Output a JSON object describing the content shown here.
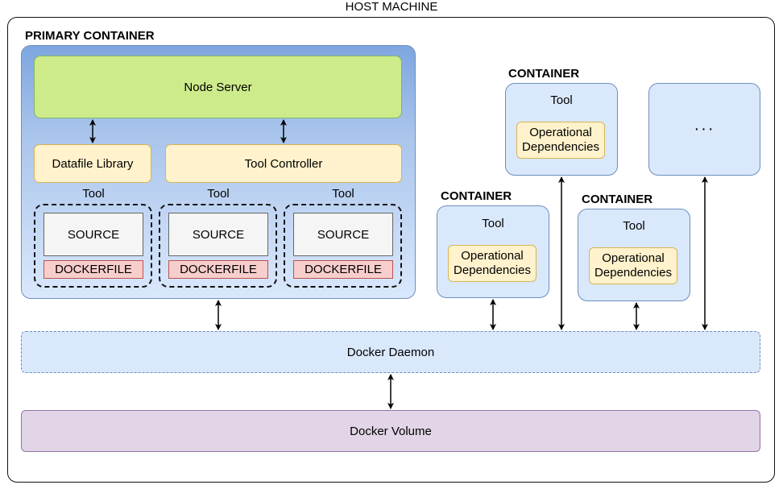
{
  "host": {
    "title": "HOST MACHINE"
  },
  "primary": {
    "title": "PRIMARY CONTAINER",
    "node_server": "Node Server",
    "datafile_library": "Datafile Library",
    "tool_controller": "Tool Controller",
    "tools": [
      {
        "label": "Tool",
        "source": "SOURCE",
        "dockerfile": "DOCKERFILE"
      },
      {
        "label": "Tool",
        "source": "SOURCE",
        "dockerfile": "DOCKERFILE"
      },
      {
        "label": "Tool",
        "source": "SOURCE",
        "dockerfile": "DOCKERFILE"
      }
    ]
  },
  "containers": [
    {
      "title": "CONTAINER",
      "tool": "Tool",
      "dependencies": [
        "Operational",
        "Dependencies"
      ]
    },
    {
      "title": "CONTAINER",
      "tool": "Tool",
      "dependencies": [
        "Operational",
        "Dependencies"
      ]
    },
    {
      "title": "CONTAINER",
      "tool": "Tool",
      "dependencies": [
        "Operational",
        "Dependencies"
      ]
    }
  ],
  "more": {
    "label": "···"
  },
  "docker_daemon": "Docker Daemon",
  "docker_volume": "Docker Volume",
  "colors": {
    "node_server_fill": "#cdeb8b",
    "yellow_fill": "#fff2cc",
    "container_fill": "#dae8fc",
    "dockerfile_fill": "#f8cecc",
    "volume_fill": "#e1d5e7"
  }
}
